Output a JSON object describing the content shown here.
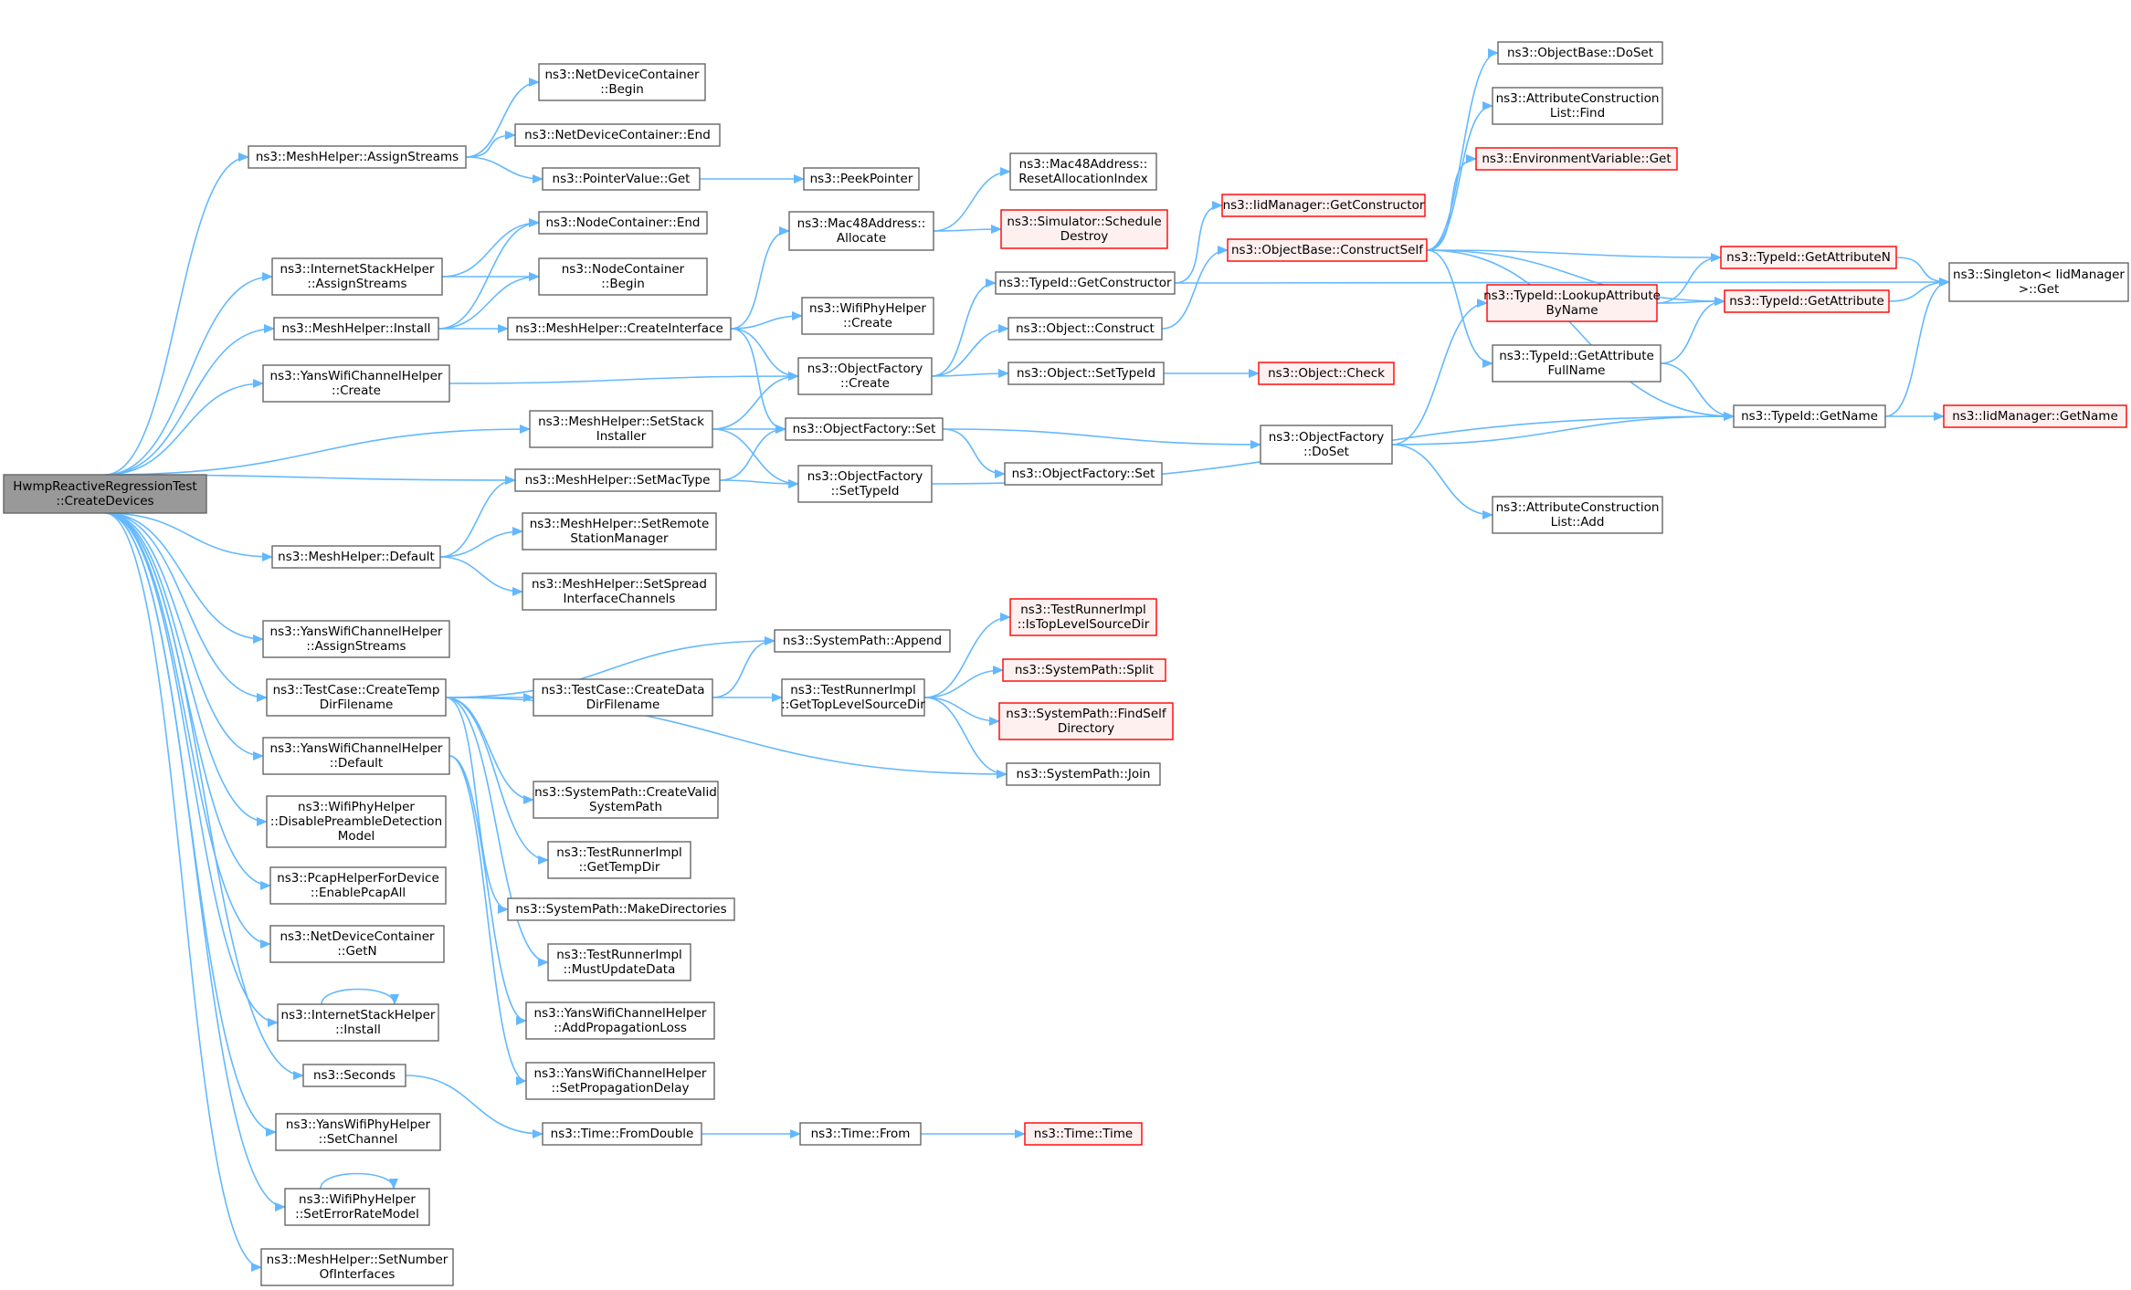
{
  "colors": {
    "edge": "#63b8ff",
    "node_border": "#666666",
    "node_fill": "#ffffff",
    "root_fill": "#999999",
    "truncated_border": "#ff0000",
    "truncated_fill": "#fff0f0"
  },
  "nodes": [
    {
      "id": "root",
      "lines": [
        "HwmpReactiveRegressionTest",
        "::CreateDevices"
      ],
      "style": "root"
    },
    {
      "id": "assignStreams",
      "lines": [
        "ns3::MeshHelper::AssignStreams"
      ]
    },
    {
      "id": "ndcBegin",
      "lines": [
        "ns3::NetDeviceContainer",
        "::Begin"
      ]
    },
    {
      "id": "ndcEnd",
      "lines": [
        "ns3::NetDeviceContainer::End"
      ]
    },
    {
      "id": "ptrGet",
      "lines": [
        "ns3::PointerValue::Get"
      ]
    },
    {
      "id": "peekPtr",
      "lines": [
        "ns3::PeekPointer"
      ]
    },
    {
      "id": "ncEnd",
      "lines": [
        "ns3::NodeContainer::End"
      ]
    },
    {
      "id": "ishAssign",
      "lines": [
        "ns3::InternetStackHelper",
        "::AssignStreams"
      ]
    },
    {
      "id": "ncBegin",
      "lines": [
        "ns3::NodeContainer",
        "::Begin"
      ]
    },
    {
      "id": "mhInstall",
      "lines": [
        "ns3::MeshHelper::Install"
      ]
    },
    {
      "id": "createIface",
      "lines": [
        "ns3::MeshHelper::CreateInterface"
      ]
    },
    {
      "id": "macAlloc",
      "lines": [
        "ns3::Mac48Address::",
        "Allocate"
      ]
    },
    {
      "id": "macReset",
      "lines": [
        "ns3::Mac48Address::",
        "ResetAllocationIndex"
      ]
    },
    {
      "id": "simDestroy",
      "lines": [
        "ns3::Simulator::Schedule",
        "Destroy"
      ],
      "style": "truncated"
    },
    {
      "id": "wifiPhyCreate",
      "lines": [
        "ns3::WifiPhyHelper",
        "::Create"
      ]
    },
    {
      "id": "ywchCreate",
      "lines": [
        "ns3::YansWifiChannelHelper",
        "::Create"
      ]
    },
    {
      "id": "ofCreate",
      "lines": [
        "ns3::ObjectFactory",
        "::Create"
      ]
    },
    {
      "id": "tidGetCtor",
      "lines": [
        "ns3::TypeId::GetConstructor"
      ]
    },
    {
      "id": "objConstruct",
      "lines": [
        "ns3::Object::Construct"
      ]
    },
    {
      "id": "objSetTid",
      "lines": [
        "ns3::Object::SetTypeId"
      ]
    },
    {
      "id": "objCheck",
      "lines": [
        "ns3::Object::Check"
      ],
      "style": "truncated"
    },
    {
      "id": "iidGetCtor",
      "lines": [
        "ns3::IidManager::GetConstructor"
      ],
      "style": "truncated"
    },
    {
      "id": "obConstructSelf",
      "lines": [
        "ns3::ObjectBase::ConstructSelf"
      ],
      "style": "truncated"
    },
    {
      "id": "obDoSet",
      "lines": [
        "ns3::ObjectBase::DoSet"
      ]
    },
    {
      "id": "aclFind",
      "lines": [
        "ns3::AttributeConstruction",
        "List::Find"
      ]
    },
    {
      "id": "envGet",
      "lines": [
        "ns3::EnvironmentVariable::Get"
      ],
      "style": "truncated"
    },
    {
      "id": "tidGetAttrN",
      "lines": [
        "ns3::TypeId::GetAttributeN"
      ],
      "style": "truncated"
    },
    {
      "id": "singletonGet",
      "lines": [
        "ns3::Singleton< IidManager",
        "&gt;::Get"
      ]
    },
    {
      "id": "tidLookup",
      "lines": [
        "ns3::TypeId::LookupAttribute",
        "ByName"
      ],
      "style": "truncated"
    },
    {
      "id": "tidGetAttr",
      "lines": [
        "ns3::TypeId::GetAttribute"
      ],
      "style": "truncated"
    },
    {
      "id": "tidGetAttrFull",
      "lines": [
        "ns3::TypeId::GetAttribute",
        "FullName"
      ]
    },
    {
      "id": "tidGetName",
      "lines": [
        "ns3::TypeId::GetName"
      ]
    },
    {
      "id": "iidGetName",
      "lines": [
        "ns3::IidManager::GetName"
      ],
      "style": "truncated"
    },
    {
      "id": "setStack",
      "lines": [
        "ns3::MeshHelper::SetStack",
        "Installer"
      ]
    },
    {
      "id": "ofSet",
      "lines": [
        "ns3::ObjectFactory::Set"
      ]
    },
    {
      "id": "ofDoSet",
      "lines": [
        "ns3::ObjectFactory",
        "::DoSet"
      ]
    },
    {
      "id": "ofSet2",
      "lines": [
        "ns3::ObjectFactory::Set"
      ]
    },
    {
      "id": "aclAdd",
      "lines": [
        "ns3::AttributeConstruction",
        "List::Add"
      ]
    },
    {
      "id": "setMacType",
      "lines": [
        "ns3::MeshHelper::SetMacType"
      ]
    },
    {
      "id": "ofSetTid",
      "lines": [
        "ns3::ObjectFactory",
        "::SetTypeId"
      ]
    },
    {
      "id": "mhDefault",
      "lines": [
        "ns3::MeshHelper::Default"
      ]
    },
    {
      "id": "setRemote",
      "lines": [
        "ns3::MeshHelper::SetRemote",
        "StationManager"
      ]
    },
    {
      "id": "setSpread",
      "lines": [
        "ns3::MeshHelper::SetSpread",
        "InterfaceChannels"
      ]
    },
    {
      "id": "ywchAssign",
      "lines": [
        "ns3::YansWifiChannelHelper",
        "::AssignStreams"
      ]
    },
    {
      "id": "tcTempDir",
      "lines": [
        "ns3::TestCase::CreateTemp",
        "DirFilename"
      ]
    },
    {
      "id": "spAppend",
      "lines": [
        "ns3::SystemPath::Append"
      ]
    },
    {
      "id": "trIsTop",
      "lines": [
        "ns3::TestRunnerImpl",
        "::IsTopLevelSourceDir"
      ],
      "style": "truncated"
    },
    {
      "id": "tcDataDir",
      "lines": [
        "ns3::TestCase::CreateData",
        "DirFilename"
      ]
    },
    {
      "id": "trGetTop",
      "lines": [
        "ns3::TestRunnerImpl",
        "::GetTopLevelSourceDir"
      ]
    },
    {
      "id": "spSplit",
      "lines": [
        "ns3::SystemPath::Split"
      ],
      "style": "truncated"
    },
    {
      "id": "spFindSelf",
      "lines": [
        "ns3::SystemPath::FindSelf",
        "Directory"
      ],
      "style": "truncated"
    },
    {
      "id": "spJoin",
      "lines": [
        "ns3::SystemPath::Join"
      ]
    },
    {
      "id": "ywchDefault",
      "lines": [
        "ns3::YansWifiChannelHelper",
        "::Default"
      ]
    },
    {
      "id": "spCreateValid",
      "lines": [
        "ns3::SystemPath::CreateValid",
        "SystemPath"
      ]
    },
    {
      "id": "trGetTemp",
      "lines": [
        "ns3::TestRunnerImpl",
        "::GetTempDir"
      ]
    },
    {
      "id": "spMakeDirs",
      "lines": [
        "ns3::SystemPath::MakeDirectories"
      ]
    },
    {
      "id": "trMustUpdate",
      "lines": [
        "ns3::TestRunnerImpl",
        "::MustUpdateData"
      ]
    },
    {
      "id": "ywchAddProp",
      "lines": [
        "ns3::YansWifiChannelHelper",
        "::AddPropagationLoss"
      ]
    },
    {
      "id": "ywchSetDelay",
      "lines": [
        "ns3::YansWifiChannelHelper",
        "::SetPropagationDelay"
      ]
    },
    {
      "id": "wphDisable",
      "lines": [
        "ns3::WifiPhyHelper",
        "::DisablePreambleDetection",
        "Model"
      ]
    },
    {
      "id": "pcapEnable",
      "lines": [
        "ns3::PcapHelperForDevice",
        "::EnablePcapAll"
      ]
    },
    {
      "id": "ndcGetN",
      "lines": [
        "ns3::NetDeviceContainer",
        "::GetN"
      ]
    },
    {
      "id": "ishInstall",
      "lines": [
        "ns3::InternetStackHelper",
        "::Install"
      ]
    },
    {
      "id": "seconds",
      "lines": [
        "ns3::Seconds"
      ]
    },
    {
      "id": "timeFromDouble",
      "lines": [
        "ns3::Time::FromDouble"
      ]
    },
    {
      "id": "timeFrom",
      "lines": [
        "ns3::Time::From"
      ]
    },
    {
      "id": "timeTime",
      "lines": [
        "ns3::Time::Time"
      ],
      "style": "truncated"
    },
    {
      "id": "ywphSetChannel",
      "lines": [
        "ns3::YansWifiPhyHelper",
        "::SetChannel"
      ]
    },
    {
      "id": "wphSetErr",
      "lines": [
        "ns3::WifiPhyHelper",
        "::SetErrorRateModel"
      ]
    },
    {
      "id": "mhSetNum",
      "lines": [
        "ns3::MeshHelper::SetNumber",
        "OfInterfaces"
      ]
    }
  ],
  "edges": [
    [
      "root",
      "assignStreams"
    ],
    [
      "root",
      "ishAssign"
    ],
    [
      "root",
      "mhInstall"
    ],
    [
      "root",
      "ywchCreate"
    ],
    [
      "root",
      "setStack"
    ],
    [
      "root",
      "setMacType"
    ],
    [
      "root",
      "mhDefault"
    ],
    [
      "root",
      "ywchAssign"
    ],
    [
      "root",
      "tcTempDir"
    ],
    [
      "root",
      "ywchDefault"
    ],
    [
      "root",
      "wphDisable"
    ],
    [
      "root",
      "pcapEnable"
    ],
    [
      "root",
      "ndcGetN"
    ],
    [
      "root",
      "ishInstall"
    ],
    [
      "root",
      "seconds"
    ],
    [
      "root",
      "ywphSetChannel"
    ],
    [
      "root",
      "wphSetErr"
    ],
    [
      "root",
      "mhSetNum"
    ],
    [
      "assignStreams",
      "ndcBegin"
    ],
    [
      "assignStreams",
      "ndcEnd"
    ],
    [
      "assignStreams",
      "ptrGet"
    ],
    [
      "ptrGet",
      "peekPtr"
    ],
    [
      "ishAssign",
      "ncEnd"
    ],
    [
      "ishAssign",
      "ncBegin"
    ],
    [
      "mhInstall",
      "ncEnd"
    ],
    [
      "mhInstall",
      "ncBegin"
    ],
    [
      "mhInstall",
      "createIface"
    ],
    [
      "createIface",
      "macAlloc"
    ],
    [
      "createIface",
      "wifiPhyCreate"
    ],
    [
      "createIface",
      "ofCreate"
    ],
    [
      "createIface",
      "ofSet"
    ],
    [
      "macAlloc",
      "macReset"
    ],
    [
      "macAlloc",
      "simDestroy"
    ],
    [
      "ywchCreate",
      "ofCreate"
    ],
    [
      "ofCreate",
      "tidGetCtor"
    ],
    [
      "ofCreate",
      "objConstruct"
    ],
    [
      "ofCreate",
      "objSetTid"
    ],
    [
      "tidGetCtor",
      "iidGetCtor"
    ],
    [
      "tidGetCtor",
      "singletonGet"
    ],
    [
      "objConstruct",
      "obConstructSelf"
    ],
    [
      "objSetTid",
      "objCheck"
    ],
    [
      "obConstructSelf",
      "obDoSet"
    ],
    [
      "obConstructSelf",
      "aclFind"
    ],
    [
      "obConstructSelf",
      "envGet"
    ],
    [
      "obConstructSelf",
      "tidGetAttrN"
    ],
    [
      "obConstructSelf",
      "tidGetAttr"
    ],
    [
      "obConstructSelf",
      "tidGetAttrFull"
    ],
    [
      "obConstructSelf",
      "tidGetName"
    ],
    [
      "tidGetAttrN",
      "singletonGet"
    ],
    [
      "tidGetAttr",
      "singletonGet"
    ],
    [
      "tidLookup",
      "tidGetAttrN"
    ],
    [
      "tidLookup",
      "tidGetAttr"
    ],
    [
      "tidGetAttrFull",
      "tidGetAttr"
    ],
    [
      "tidGetAttrFull",
      "tidGetName"
    ],
    [
      "tidGetName",
      "singletonGet"
    ],
    [
      "tidGetName",
      "iidGetName"
    ],
    [
      "setStack",
      "ofCreate"
    ],
    [
      "setStack",
      "ofSet"
    ],
    [
      "setStack",
      "ofSetTid"
    ],
    [
      "ofSet",
      "ofDoSet"
    ],
    [
      "ofSet",
      "ofSet2"
    ],
    [
      "ofDoSet",
      "tidLookup"
    ],
    [
      "ofDoSet",
      "tidGetName"
    ],
    [
      "ofDoSet",
      "aclAdd"
    ],
    [
      "setMacType",
      "ofSet"
    ],
    [
      "setMacType",
      "ofSetTid"
    ],
    [
      "ofSetTid",
      "tidGetName"
    ],
    [
      "mhDefault",
      "setMacType"
    ],
    [
      "mhDefault",
      "setRemote"
    ],
    [
      "mhDefault",
      "setSpread"
    ],
    [
      "tcTempDir",
      "spAppend"
    ],
    [
      "tcTempDir",
      "tcDataDir"
    ],
    [
      "tcTempDir",
      "spJoin"
    ],
    [
      "tcTempDir",
      "spCreateValid"
    ],
    [
      "tcTempDir",
      "trGetTemp"
    ],
    [
      "tcTempDir",
      "spMakeDirs"
    ],
    [
      "tcTempDir",
      "trMustUpdate"
    ],
    [
      "tcDataDir",
      "spAppend"
    ],
    [
      "tcDataDir",
      "trGetTop"
    ],
    [
      "trGetTop",
      "trIsTop"
    ],
    [
      "trGetTop",
      "spSplit"
    ],
    [
      "trGetTop",
      "spFindSelf"
    ],
    [
      "trGetTop",
      "spJoin"
    ],
    [
      "ywchDefault",
      "ywchAddProp"
    ],
    [
      "ywchDefault",
      "ywchSetDelay"
    ],
    [
      "ishInstall",
      "ishInstall"
    ],
    [
      "wphSetErr",
      "wphSetErr"
    ],
    [
      "seconds",
      "timeFromDouble"
    ],
    [
      "timeFromDouble",
      "timeFrom"
    ],
    [
      "timeFrom",
      "timeTime"
    ]
  ]
}
